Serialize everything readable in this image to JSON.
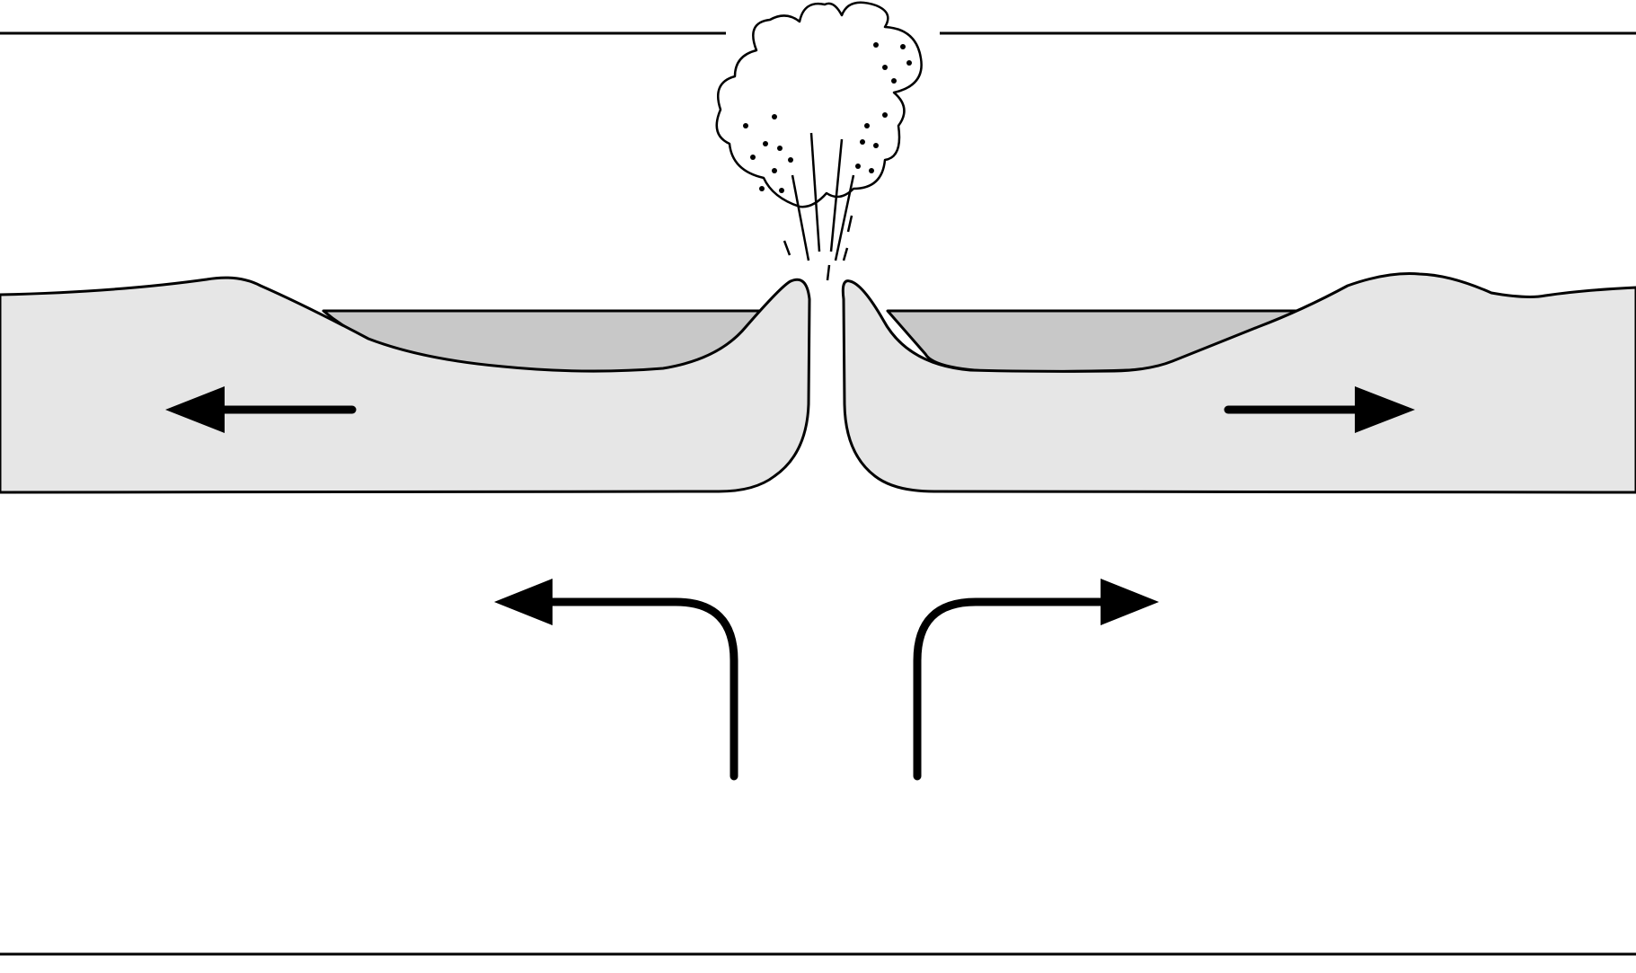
{
  "colors": {
    "background": "#ffffff",
    "stroke": "#000000",
    "plate_fill": "#e6e6e6",
    "water_fill": "#c8c8c8"
  },
  "diagram": {
    "subject": "divergent-plate-boundary-rift",
    "plate_motion": [
      "left",
      "right"
    ],
    "mantle_flow": [
      "upwelling-then-left",
      "upwelling-then-right"
    ],
    "eruption": "volcanic-ash-cloud"
  }
}
